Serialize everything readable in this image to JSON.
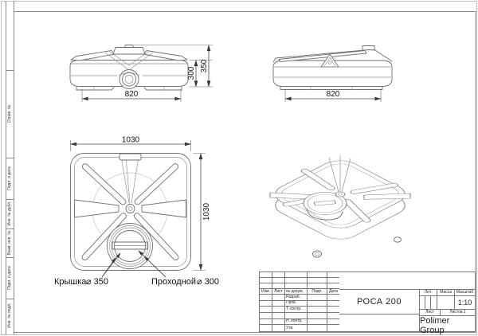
{
  "page": {
    "bg": "#ffffff",
    "line_color": "#6e6e6e",
    "text_color": "#1c1c1c"
  },
  "margin_labels": {
    "sprav": "Справ. №",
    "podp_data_1": "Подп. и дата",
    "inv_dubl": "Инв. № дубл.",
    "vzam_inv": "Взам. инв. №",
    "podp_data_2": "Подп. и дата",
    "inv_podl": "Инв. № подл."
  },
  "views": {
    "front": {
      "dim_total_width": "820",
      "dim_body_height": "300",
      "dim_total_height": "350"
    },
    "side": {
      "dim_total_width": "820"
    },
    "top": {
      "dim_width": "1030",
      "dim_depth": "1030",
      "lid_label": "Крышка",
      "lid_dia": "⌀ 350",
      "pass_label": "Проходной",
      "pass_dia": "⌀ 300"
    }
  },
  "title_block": {
    "revision_header": {
      "izm": "Изм.",
      "list": "Лист",
      "docnum": "№ докум.",
      "podp": "Подп.",
      "data": "Дата"
    },
    "signature_rows": [
      {
        "label": "Разраб."
      },
      {
        "label": "Пров."
      },
      {
        "label": "Т. контр."
      },
      {
        "label": ""
      },
      {
        "label": "Н. контр."
      },
      {
        "label": "Утв."
      }
    ],
    "doc_title": "РОСА 200",
    "lit_header": "Лит.",
    "mass_header": "Масса",
    "scale_header": "Масштаб",
    "scale_value": "1:10",
    "sheet_label": "Лист",
    "sheets_label": "Листов 1",
    "company": "Polimer Group"
  }
}
